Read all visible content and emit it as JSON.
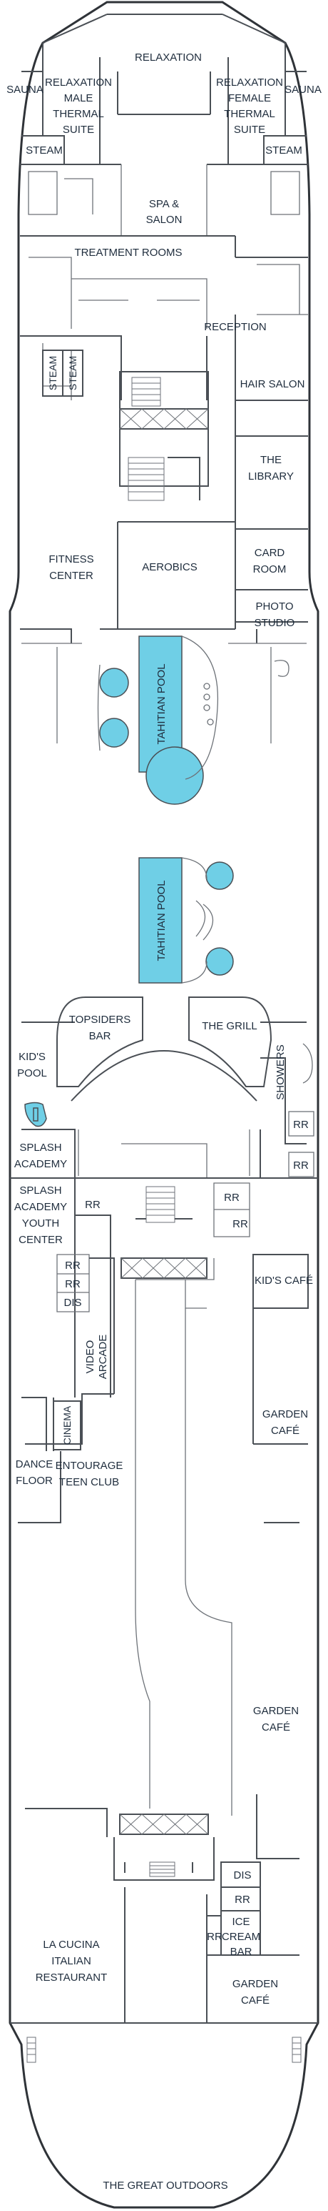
{
  "labels": {
    "relaxation": "RELAXATION",
    "sauna_left": "SAUNA",
    "sauna_right": "SAUNA",
    "relax_male": [
      "RELAXATION",
      "MALE",
      "THERMAL",
      "SUITE"
    ],
    "relax_female": [
      "RELAXATION",
      "FEMALE",
      "THERMAL",
      "SUITE"
    ],
    "steam_left": "STEAM",
    "steam_right": "STEAM",
    "spa_salon": [
      "SPA &",
      "SALON"
    ],
    "treatment_rooms": "TREATMENT ROOMS",
    "reception": "RECEPTION",
    "steam_v1": "STEAM",
    "steam_v2": "STEAM",
    "hair_salon": "HAIR SALON",
    "library": [
      "THE",
      "LIBRARY"
    ],
    "fitness": [
      "FITNESS",
      "CENTER"
    ],
    "aerobics": "AEROBICS",
    "card_room": [
      "CARD",
      "ROOM"
    ],
    "photo_studio": [
      "PHOTO",
      "STUDIO"
    ],
    "tahitian_pool_1": "TAHITIAN POOL",
    "tahitian_pool_2": "TAHITIAN POOL",
    "topsiders": [
      "TOPSIDERS",
      "BAR"
    ],
    "the_grill": "THE GRILL",
    "kids_pool": [
      "KID'S",
      "POOL"
    ],
    "showers": "SHOWERS",
    "rr_showers_1": "RR",
    "rr_showers_2": "RR",
    "splash_academy": [
      "SPLASH",
      "ACADEMY"
    ],
    "splash_youth": [
      "SPLASH",
      "ACADEMY",
      "YOUTH",
      "CENTER"
    ],
    "rr_a": "RR",
    "rr_b": "RR",
    "rr_c": "RR",
    "rr_d": "RR",
    "rr_e": "RR",
    "dis_a": "DIS",
    "video_arcade": [
      "VIDEO",
      "ARCADE"
    ],
    "kids_cafe": "KID'S CAFÉ",
    "garden_cafe_1": [
      "GARDEN",
      "CAFÉ"
    ],
    "cinema": "CINEMA",
    "dance_floor": [
      "DANCE",
      "FLOOR"
    ],
    "entourage": [
      "ENTOURAGE",
      "TEEN CLUB"
    ],
    "garden_cafe_2": [
      "GARDEN",
      "CAFÉ"
    ],
    "dis_b": "DIS",
    "rr_f": "RR",
    "rr_g": "RR",
    "ice_cream": [
      "ICE",
      "CREAM",
      "BAR"
    ],
    "la_cucina": [
      "LA CUCINA",
      "ITALIAN",
      "RESTAURANT"
    ],
    "garden_cafe_3": [
      "GARDEN",
      "CAFÉ"
    ],
    "great_outdoors": "THE GREAT OUTDOORS"
  },
  "colors": {
    "pool": "#6fcfe6",
    "wall": "#4a4f55",
    "text": "#1f2d3d"
  }
}
